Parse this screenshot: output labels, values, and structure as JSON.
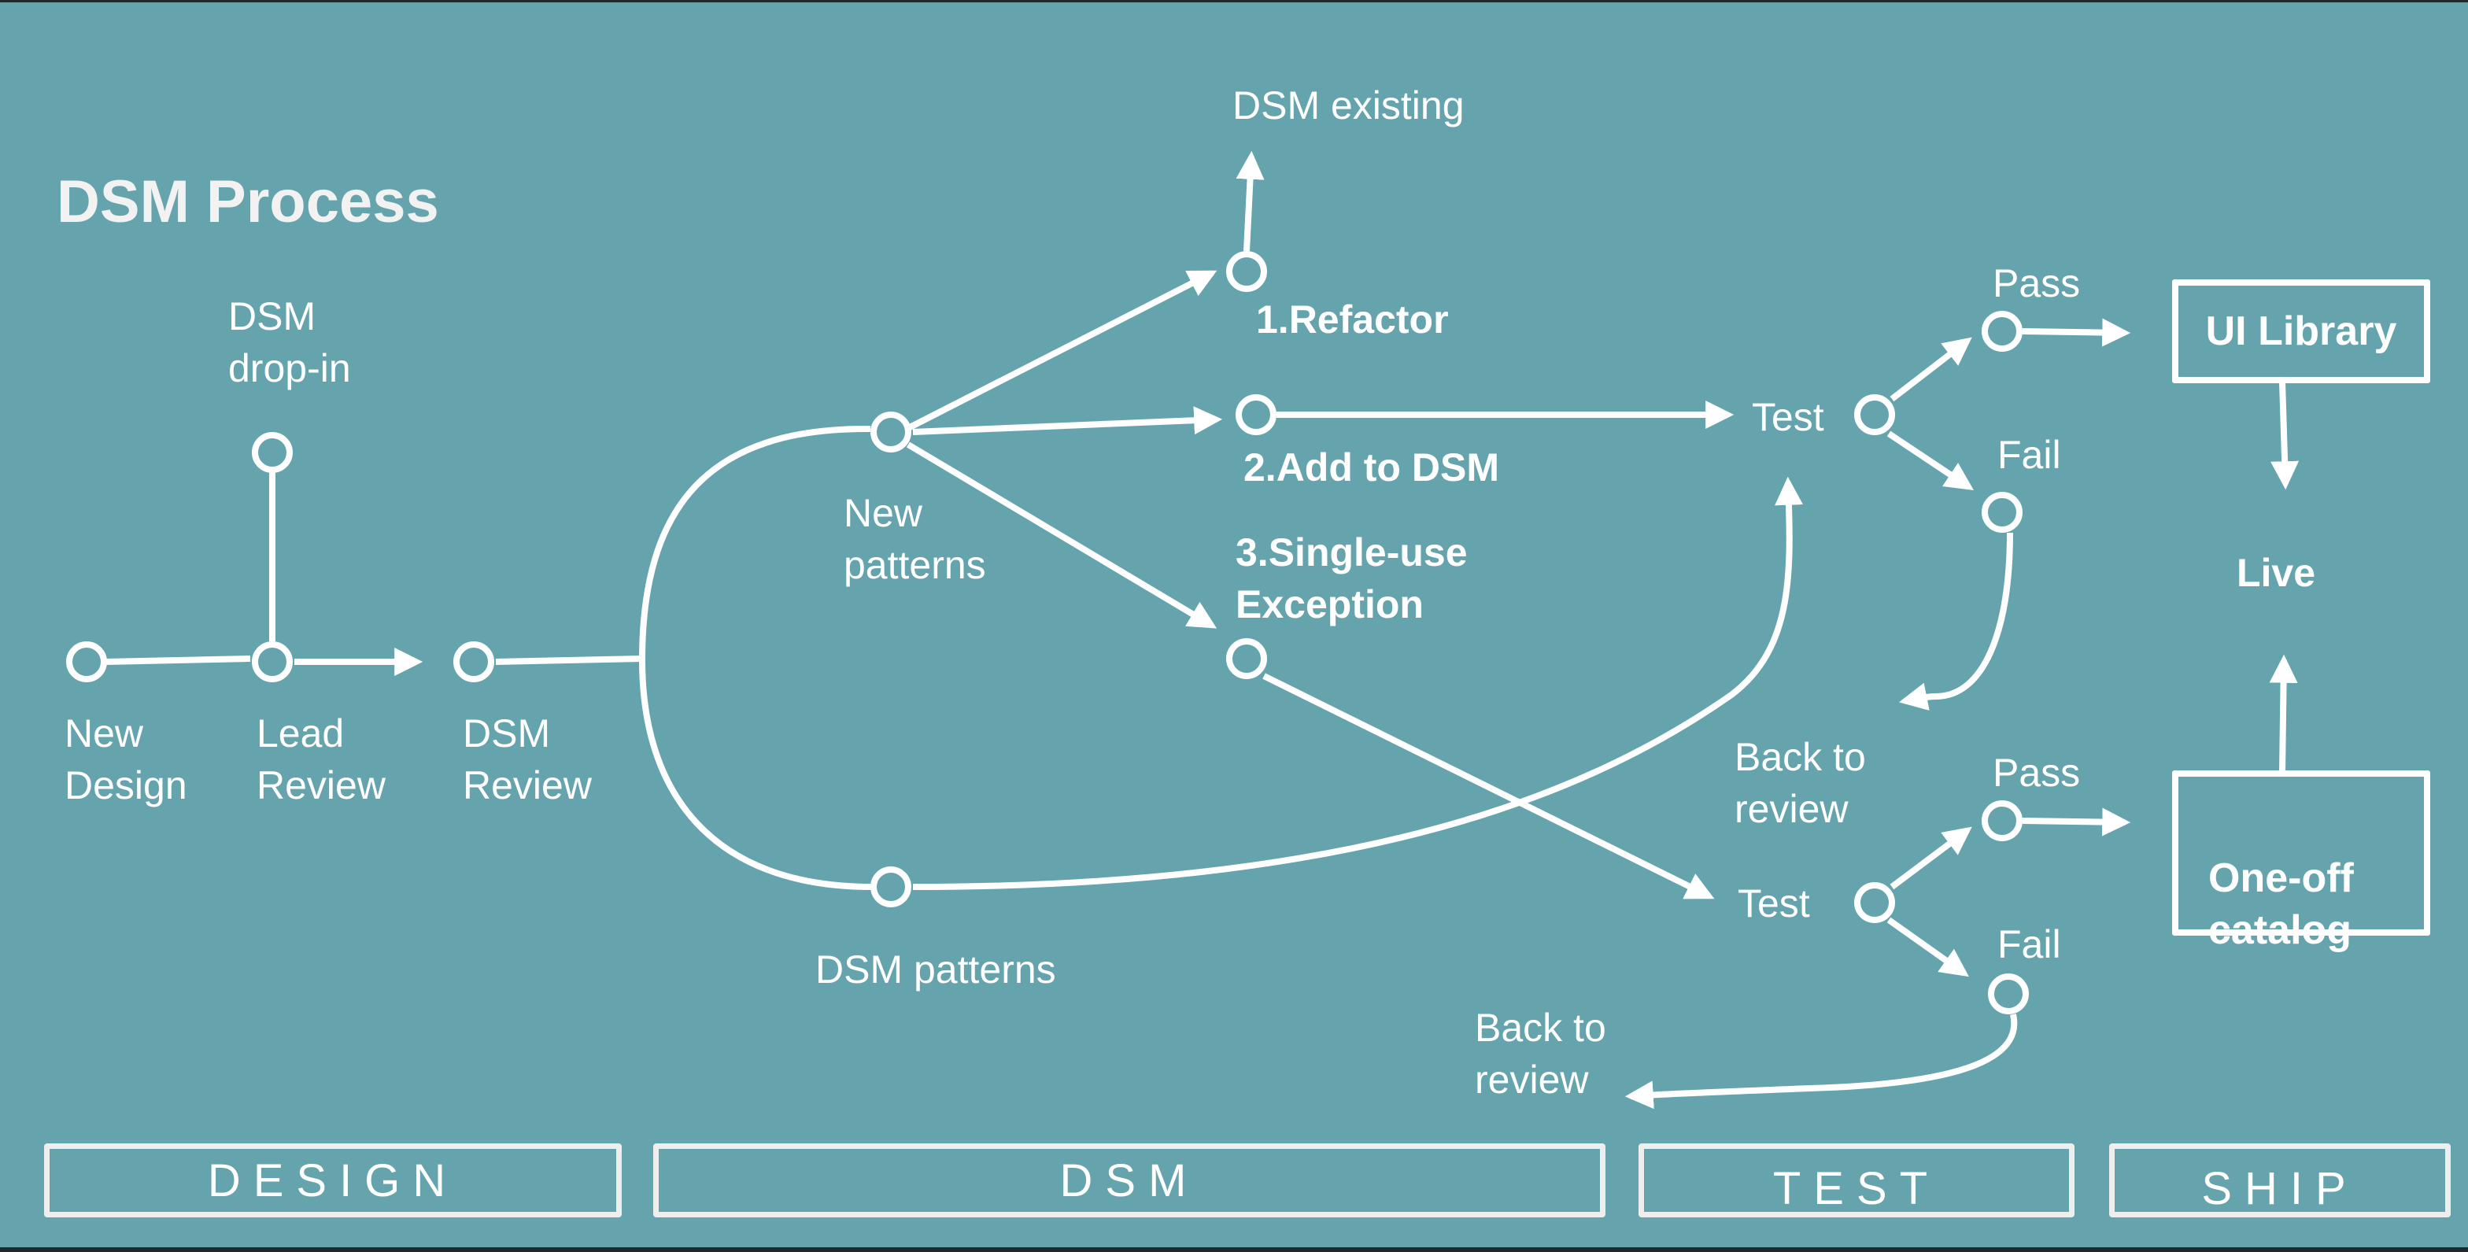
{
  "title": "DSM Process",
  "colors": {
    "background": "#65a4ad",
    "line": "#ffffff",
    "phase_border": "#eeeeee"
  },
  "nodes": {
    "new_design": "New\nDesign",
    "lead_review": "Lead\nReview",
    "dsm_drop_in": "DSM\ndrop-in",
    "dsm_review": "DSM\nReview",
    "new_patterns": "New\npatterns",
    "dsm_patterns": "DSM patterns",
    "dsm_existing": "DSM existing",
    "refactor": "1.Refactor",
    "add_to_dsm": "2.Add to DSM",
    "single_use": "3.Single-use\nException",
    "test_top": "Test",
    "test_bottom": "Test",
    "pass_top": "Pass",
    "fail_top": "Fail",
    "pass_bottom": "Pass",
    "fail_bottom": "Fail",
    "back_to_review_top": "Back to\nreview",
    "back_to_review_bottom": "Back to\nreview",
    "ui_library": "UI Library",
    "live": "Live",
    "one_off_catalog": "One-off\ncatalog"
  },
  "phases": [
    "DESIGN",
    "DSM",
    "TEST",
    "SHIP"
  ]
}
